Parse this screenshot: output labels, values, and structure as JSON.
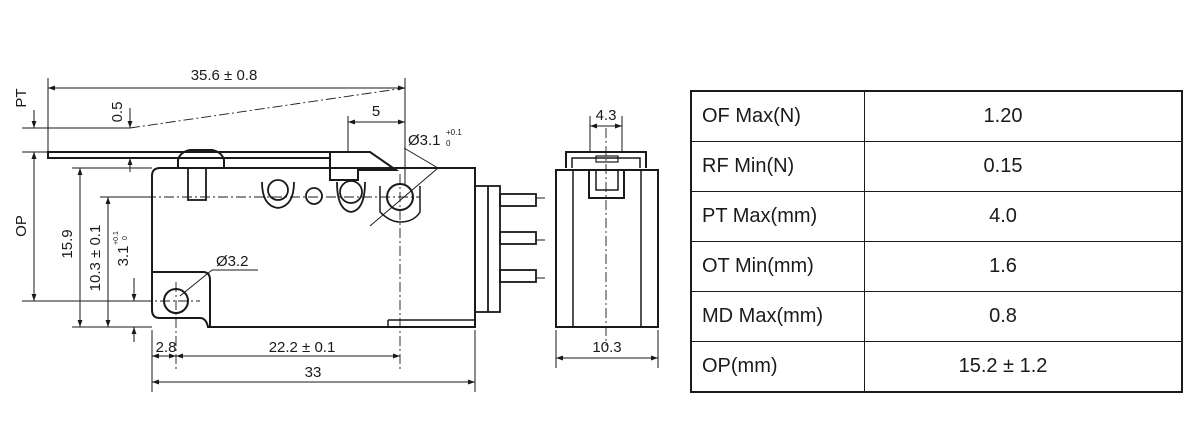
{
  "dimensions": {
    "overall_length": "35.6 ± 0.8",
    "pt": "PT",
    "pt_gap": "0.5",
    "roller_offset": "5",
    "roller_hole": "Ø3.1",
    "roller_hole_tol_upper": "+0.1",
    "roller_hole_tol_lower": "0",
    "op": "OP",
    "height_15_9": "15.9",
    "height_10_3": "10.3 ± 0.1",
    "hole_offset": "3.1",
    "hole_offset_tol_upper": "+0.1",
    "hole_offset_tol_lower": "0",
    "mount_hole": "Ø3.2",
    "edge_2_8": "2.8",
    "pitch": "22.2 ± 0.1",
    "body_length": "33",
    "side_top_width": "4.3",
    "side_width": "10.3"
  },
  "spec_table": {
    "rows": [
      {
        "param": "OF Max(N)",
        "value": "1.20"
      },
      {
        "param": "RF Min(N)",
        "value": "0.15"
      },
      {
        "param": "PT Max(mm)",
        "value": "4.0"
      },
      {
        "param": "OT Min(mm)",
        "value": "1.6"
      },
      {
        "param": "MD Max(mm)",
        "value": "0.8"
      },
      {
        "param": "OP(mm)",
        "value": "15.2 ± 1.2"
      }
    ]
  }
}
